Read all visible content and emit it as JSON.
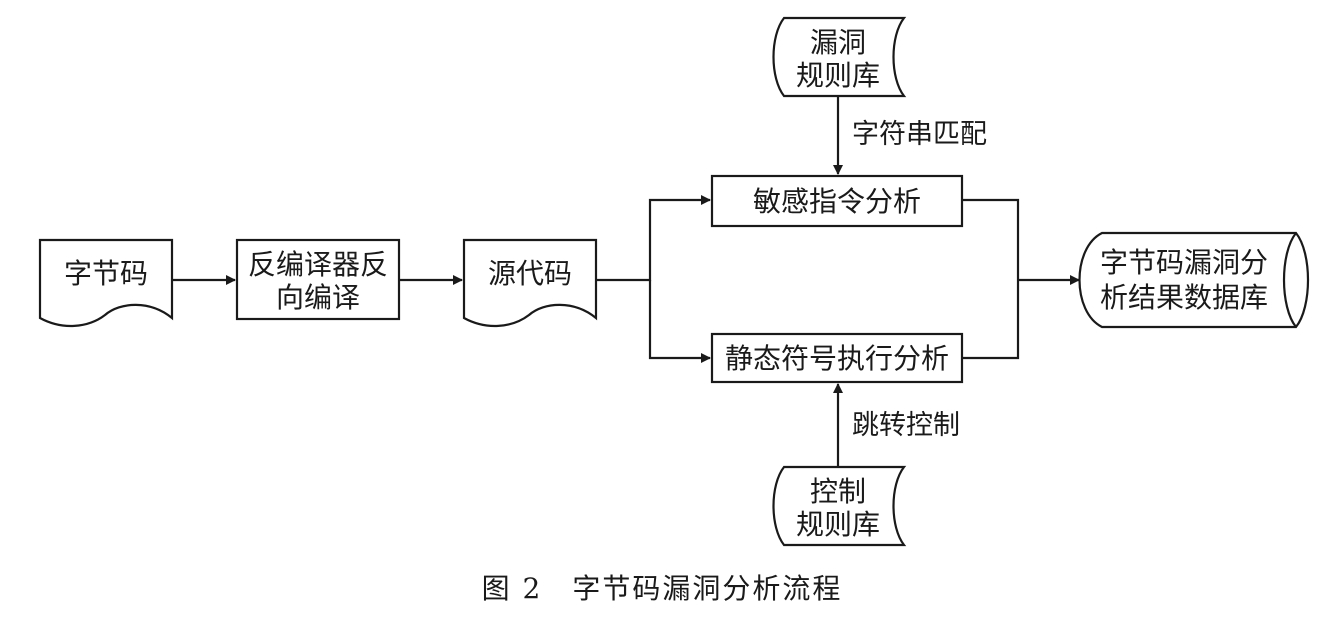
{
  "nodes": {
    "bytecode": "字节码",
    "decompiler": [
      "反编译器反",
      "向编译"
    ],
    "source_code": "源代码",
    "sensitive_analysis": "敏感指令分析",
    "symbolic_exec": "静态符号执行分析",
    "vuln_rule_db": [
      "漏洞",
      "规则库"
    ],
    "control_rule_db": [
      "控制",
      "规则库"
    ],
    "result_db": [
      "字节码漏洞分",
      "析结果数据库"
    ]
  },
  "edges": {
    "string_match": "字符串匹配",
    "jump_control": "跳转控制"
  },
  "caption": "图 2　字节码漏洞分析流程"
}
